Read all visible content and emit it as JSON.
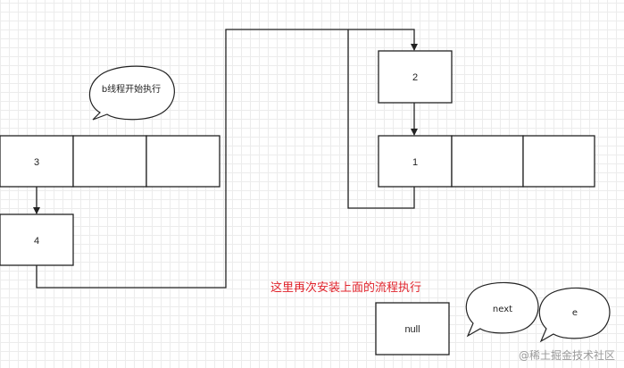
{
  "nodes": {
    "three": "3",
    "four": "4",
    "two": "2",
    "one": "1",
    "null_box": "null"
  },
  "bubbles": {
    "thread_b": "b线程开始执行",
    "next": "next",
    "e": "e"
  },
  "note": "这里再次安装上面的流程执行",
  "watermark": "@稀土掘金技术社区",
  "colors": {
    "stroke": "#222222",
    "note": "#e0232b",
    "watermark": "#9a9a9a"
  }
}
